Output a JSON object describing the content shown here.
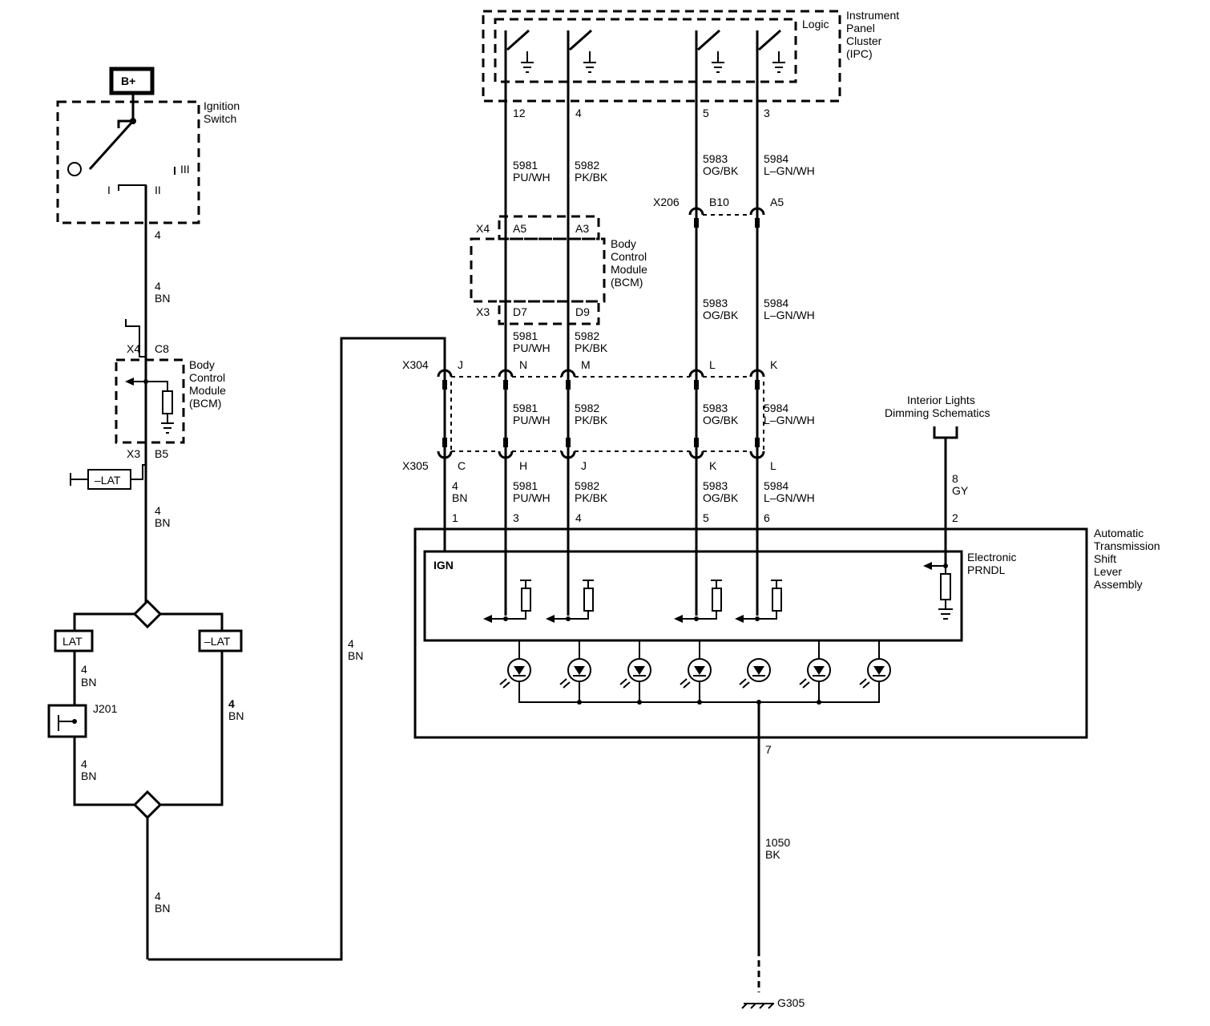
{
  "modules": {
    "ipc": [
      "Instrument",
      "Panel",
      "Cluster",
      "(IPC)"
    ],
    "ipc_logic": "Logic",
    "bcm": [
      "Body",
      "Control",
      "Module",
      "(BCM)"
    ],
    "ign_switch": [
      "Ignition",
      "Switch"
    ],
    "shift_lever": [
      "Automatic",
      "Transmission",
      "Shift",
      "Lever",
      "Assembly"
    ],
    "prndl": [
      "Electronic",
      "PRNDL"
    ],
    "ign_label": "IGN",
    "interior_lights": [
      "Interior Lights",
      "Dimming Schematics"
    ]
  },
  "power": {
    "b_plus": "B+"
  },
  "ign_switch": {
    "pos_1": "I",
    "pos_2": "II",
    "pos_3": "III",
    "pin": "4"
  },
  "bcm_left": {
    "x4": "X4",
    "c8": "C8",
    "x3": "X3",
    "b5": "B5"
  },
  "lat": {
    "left": "LAT",
    "right": "–LAT",
    "bcm": "–LAT"
  },
  "splice": {
    "j201": "J201"
  },
  "wires": {
    "bn_num": "4",
    "bn_color": "BN",
    "w5981": {
      "num": "5981",
      "color": "PU/WH"
    },
    "w5982": {
      "num": "5982",
      "color": "PK/BK"
    },
    "w5983": {
      "num": "5983",
      "color": "OG/BK"
    },
    "w5984": {
      "num": "5984",
      "color": "L–GN/WH"
    },
    "w8": {
      "num": "8",
      "color": "GY"
    },
    "w1050": {
      "num": "1050",
      "color": "BK"
    }
  },
  "ipc_pins": [
    "12",
    "4",
    "5",
    "3"
  ],
  "bcm_right": {
    "x4": "X4",
    "a5": "A5",
    "a3": "A3",
    "x3": "X3",
    "d7": "D7",
    "d9": "D9"
  },
  "x206": {
    "name": "X206",
    "b10": "B10",
    "a5": "A5"
  },
  "x304": {
    "name": "X304",
    "pins": [
      "J",
      "N",
      "M",
      "L",
      "K"
    ]
  },
  "x305": {
    "name": "X305",
    "pins": [
      "C",
      "H",
      "J",
      "K",
      "L"
    ]
  },
  "lever_pins": [
    "1",
    "3",
    "4",
    "5",
    "6",
    "2",
    "7"
  ],
  "ground": {
    "g305": "G305"
  }
}
